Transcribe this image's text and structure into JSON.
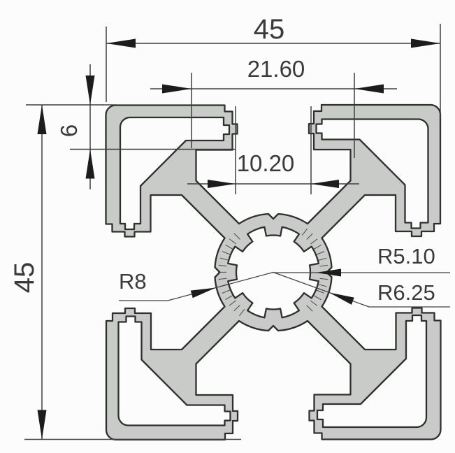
{
  "drawing": {
    "dimensions": {
      "overall_width": "45",
      "overall_height": "45",
      "slot_pitch": "21.60",
      "lip_depth": "6",
      "slot_width": "10.20"
    },
    "radii": {
      "bore": "R5.10",
      "spline_root": "R6.25",
      "hub": "R8"
    },
    "colors": {
      "profile_fill": "#c9cbc9",
      "outline": "#2f2f2f",
      "dimension": "#3f3f3f",
      "background": "#fcfcfc"
    }
  }
}
